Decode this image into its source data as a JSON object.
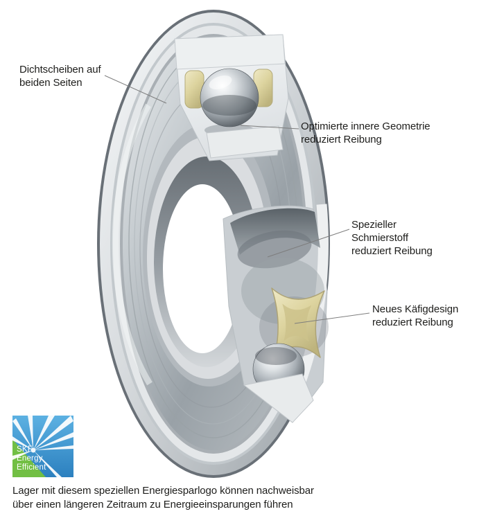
{
  "labels": {
    "seals": "Dichtscheiben auf\nbeiden Seiten",
    "geometry": "Optimierte innere Geometrie\nreduziert Reibung",
    "lubricant": "Spezieller\nSchmierstoff\nreduziert Reibung",
    "cage": "Neues Käfigdesign\nreduziert Reibung"
  },
  "caption": {
    "text": "Lager mit diesem speziellen Energiesparlogo können nachweisbar\nüber einen längeren Zeitraum zu Energieeinsparungen führen"
  },
  "logo": {
    "line1": "SKF",
    "line2": "Energy",
    "line3": "Efficient",
    "blue": "#3a96d2",
    "green": "#72bf44"
  },
  "colors": {
    "leader_line": "#7d7d7d",
    "text": "#1d1d1b",
    "metal_light": "#eef1f2",
    "metal_dark": "#7d858b",
    "cage_yellow": "#ddd49f"
  }
}
